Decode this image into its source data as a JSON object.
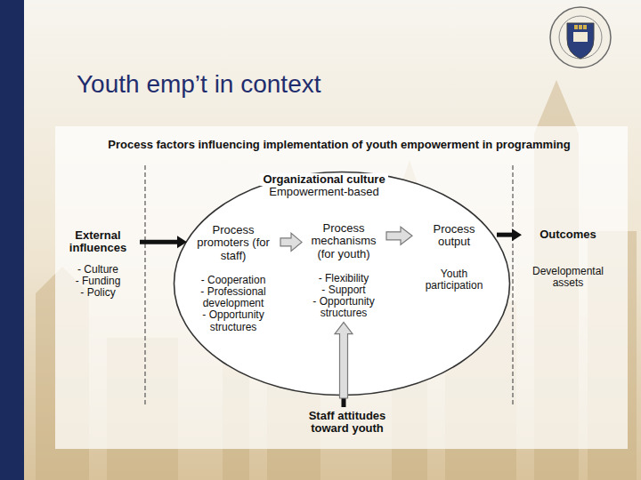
{
  "diagram": {
    "title": "Youth emp’t in context",
    "nodes": [
      {
        "text": [
          "External influences",
          "- Culture",
          "- Funding",
          "- Policy"
        ]
      },
      {
        "text": [
          "Organizational culture",
          "Empowerment-based"
        ]
      },
      {
        "text": [
          "Process promoters (for staff)",
          "- Cooperation",
          "- Professional development",
          "- Opportunity structures"
        ],
        "in": 1
      },
      {
        "text": [
          "Process mechanisms (for youth)",
          "- Flexibility",
          "- Support",
          "- Opportunity structures"
        ],
        "in": 1
      },
      {
        "text": [
          "Process output",
          "Youth participation"
        ],
        "in": 1
      },
      {
        "text": [
          "Outcomes",
          "Developmental assets"
        ]
      },
      {
        "text": [
          "Staff attitudes toward youth"
        ]
      }
    ],
    "edges": [
      {
        "from": 0,
        "to": 2,
        "arrow": "to"
      },
      {
        "from": 2,
        "to": 3,
        "arrow": "to"
      },
      {
        "from": 3,
        "to": 4,
        "arrow": "to"
      },
      {
        "from": 4,
        "to": 5,
        "arrow": "to"
      },
      {
        "from": 6,
        "to": 3,
        "arrow": "to"
      }
    ],
    "labels": [
      "Process factors influencing implementation of youth empowerment in programming"
    ]
  }
}
